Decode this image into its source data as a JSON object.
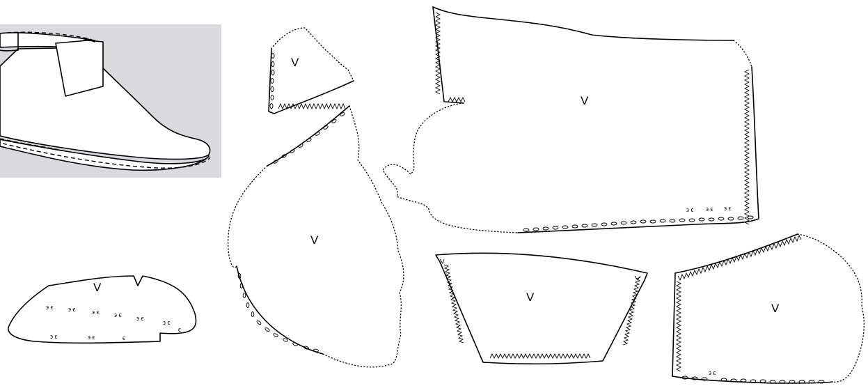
{
  "labels": {
    "fragment_1": "V",
    "fragment_2": "V",
    "fragment_3": "V",
    "fragment_4": "V",
    "fragment_5": "V",
    "fragment_6": "V"
  },
  "colors": {
    "background": "#ffffff",
    "inset_panel": "#d9dadc",
    "line": "#000000"
  }
}
